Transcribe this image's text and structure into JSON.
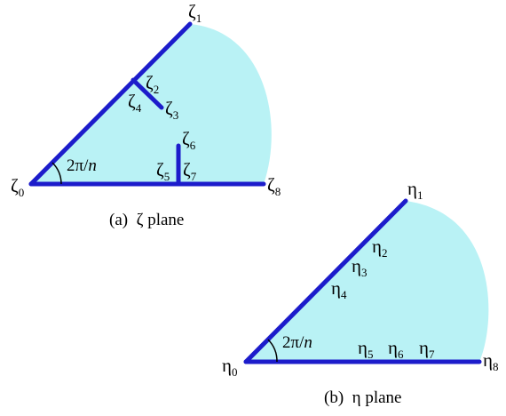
{
  "colors": {
    "fill": "#b9f2f5",
    "line": "#1c1ccb",
    "text": "#000000"
  },
  "zeta_panel": {
    "caption": "(a)  ζ plane",
    "angle": {
      "main": "2π/",
      "var": "n"
    },
    "labels": {
      "z0": {
        "sym": "ζ",
        "sub": "0"
      },
      "z1": {
        "sym": "ζ",
        "sub": "1"
      },
      "z2": {
        "sym": "ζ",
        "sub": "2"
      },
      "z3": {
        "sym": "ζ",
        "sub": "3"
      },
      "z4": {
        "sym": "ζ",
        "sub": "4"
      },
      "z5": {
        "sym": "ζ",
        "sub": "5"
      },
      "z6": {
        "sym": "ζ",
        "sub": "6"
      },
      "z7": {
        "sym": "ζ",
        "sub": "7"
      },
      "z8": {
        "sym": "ζ",
        "sub": "8"
      }
    }
  },
  "eta_panel": {
    "caption": "(b)  η plane",
    "angle": {
      "main": "2π/",
      "var": "n"
    },
    "labels": {
      "e0": {
        "sym": "η",
        "sub": "0"
      },
      "e1": {
        "sym": "η",
        "sub": "1"
      },
      "e2": {
        "sym": "η",
        "sub": "2"
      },
      "e3": {
        "sym": "η",
        "sub": "3"
      },
      "e4": {
        "sym": "η",
        "sub": "4"
      },
      "e5": {
        "sym": "η",
        "sub": "5"
      },
      "e6": {
        "sym": "η",
        "sub": "6"
      },
      "e7": {
        "sym": "η",
        "sub": "7"
      },
      "e8": {
        "sym": "η",
        "sub": "8"
      }
    }
  }
}
